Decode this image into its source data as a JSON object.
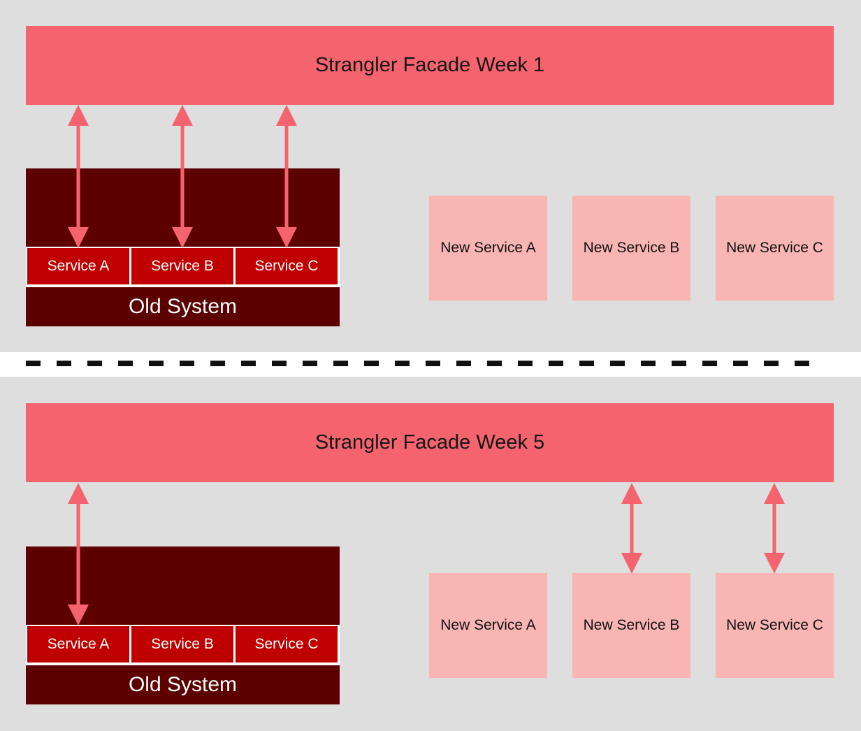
{
  "colors": {
    "panel_bg": "#dedede",
    "facade": "#f4636e",
    "old_system": "#5c0000",
    "old_service": "#c00000",
    "new_service": "#f9b4b4",
    "arrow": "#f4636e",
    "divider": "#111111"
  },
  "top": {
    "facade_label": "Strangler Facade Week 1",
    "old_system_label": "Old System",
    "old_services": [
      "Service A",
      "Service B",
      "Service C"
    ],
    "new_services": [
      "New Service A",
      "New Service B",
      "New Service C"
    ]
  },
  "bottom": {
    "facade_label": "Strangler Facade Week 5",
    "old_system_label": "Old System",
    "old_services": [
      "Service A",
      "Service B",
      "Service C"
    ],
    "new_services": [
      "New Service A",
      "New Service B",
      "New Service C"
    ]
  }
}
